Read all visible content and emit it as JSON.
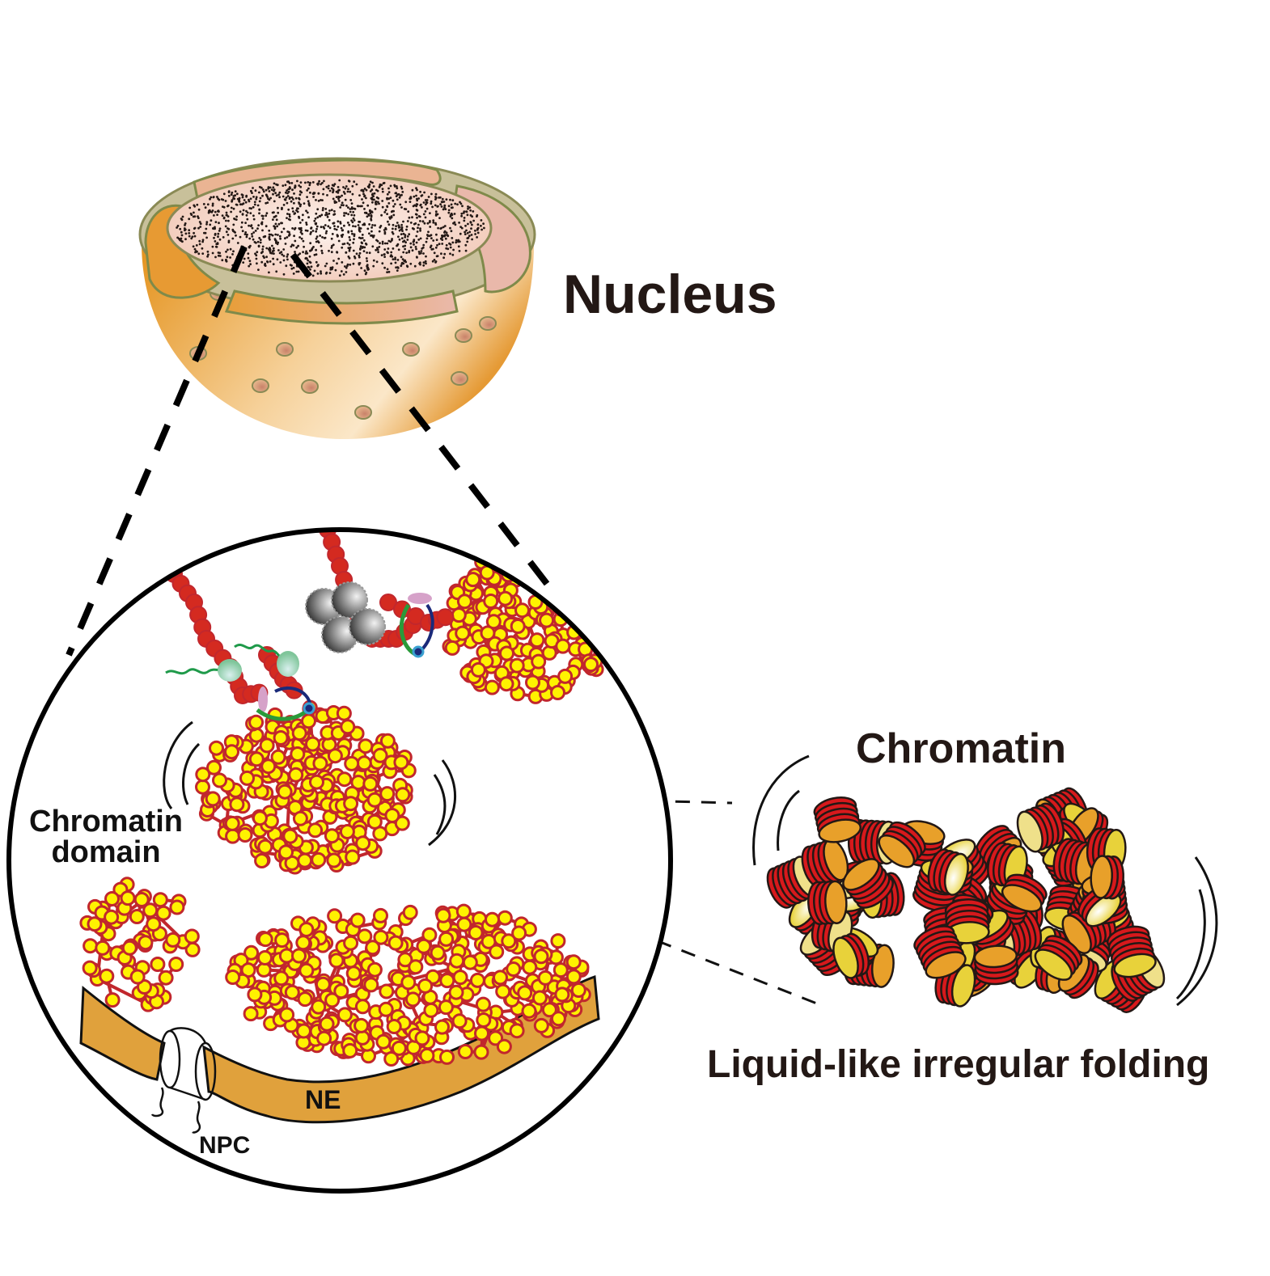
{
  "labels": {
    "nucleus": "Nucleus",
    "chromatin_domain_line1": "Chromatin",
    "chromatin_domain_line2": "domain",
    "chromatin": "Chromatin",
    "folding": "Liquid-like irregular folding",
    "ne": "NE",
    "npc": "NPC"
  },
  "components": [
    {
      "name": "nucleus",
      "description": "cut-away nucleus with nuclear envelope and pores"
    },
    {
      "name": "zoom-circle",
      "description": "magnified view of nuclear interior"
    },
    {
      "name": "chromatin-domain",
      "description": "cluster of nucleosomes (yellow beads with red linkers)"
    },
    {
      "name": "nuclear-envelope",
      "description": "NE band at bottom of zoom view"
    },
    {
      "name": "nuclear-pore-complex",
      "description": "NPC spanning the envelope"
    },
    {
      "name": "chromatin-stacks",
      "description": "liquid-like irregularly folded nucleosome stacks"
    }
  ],
  "colors": {
    "nucleosome_fill": "#fff200",
    "linker": "#c1272d",
    "envelope": "#e0a13c",
    "disc_red": "#d7191c",
    "disc_yellow": "#e8d23a",
    "disc_orange": "#e8a02a",
    "outline": "#231815"
  }
}
